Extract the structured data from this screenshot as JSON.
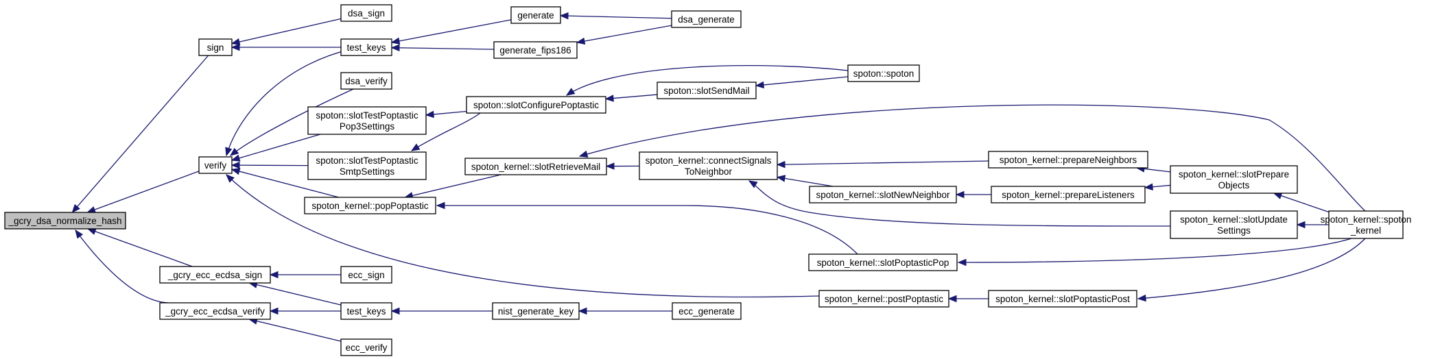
{
  "graph": {
    "nodes": [
      {
        "id": "normalize_hash",
        "lines": [
          "_gcry_dsa_normalize_hash"
        ],
        "highlight": true
      },
      {
        "id": "sign",
        "lines": [
          "sign"
        ]
      },
      {
        "id": "verify",
        "lines": [
          "verify"
        ]
      },
      {
        "id": "ecdsa_sign",
        "lines": [
          "_gcry_ecc_ecdsa_sign"
        ]
      },
      {
        "id": "ecdsa_verify",
        "lines": [
          "_gcry_ecc_ecdsa_verify"
        ]
      },
      {
        "id": "dsa_sign",
        "lines": [
          "dsa_sign"
        ]
      },
      {
        "id": "test_keys_dsa",
        "lines": [
          "test_keys"
        ]
      },
      {
        "id": "dsa_verify",
        "lines": [
          "dsa_verify"
        ]
      },
      {
        "id": "slotTestPop3",
        "lines": [
          "spoton::slotTestPoptastic",
          "Pop3Settings"
        ]
      },
      {
        "id": "slotTestSmtp",
        "lines": [
          "spoton::slotTestPoptastic",
          "SmtpSettings"
        ]
      },
      {
        "id": "popPoptastic",
        "lines": [
          "spoton_kernel::popPoptastic"
        ]
      },
      {
        "id": "ecc_sign",
        "lines": [
          "ecc_sign"
        ]
      },
      {
        "id": "test_keys_ecc",
        "lines": [
          "test_keys"
        ]
      },
      {
        "id": "ecc_verify",
        "lines": [
          "ecc_verify"
        ]
      },
      {
        "id": "generate",
        "lines": [
          "generate"
        ]
      },
      {
        "id": "generate_fips186",
        "lines": [
          "generate_fips186"
        ]
      },
      {
        "id": "slotConfigurePoptastic",
        "lines": [
          "spoton::slotConfigurePoptastic"
        ]
      },
      {
        "id": "slotRetrieveMail",
        "lines": [
          "spoton_kernel::slotRetrieveMail"
        ]
      },
      {
        "id": "nist_generate_key",
        "lines": [
          "nist_generate_key"
        ]
      },
      {
        "id": "dsa_generate",
        "lines": [
          "dsa_generate"
        ]
      },
      {
        "id": "slotSendMail",
        "lines": [
          "spoton::slotSendMail"
        ]
      },
      {
        "id": "connectSignals",
        "lines": [
          "spoton_kernel::connectSignals",
          "ToNeighbor"
        ]
      },
      {
        "id": "ecc_generate",
        "lines": [
          "ecc_generate"
        ]
      },
      {
        "id": "spoton_spoton",
        "lines": [
          "spoton::spoton"
        ]
      },
      {
        "id": "slotNewNeighbor",
        "lines": [
          "spoton_kernel::slotNewNeighbor"
        ]
      },
      {
        "id": "slotPoptasticPop",
        "lines": [
          "spoton_kernel::slotPoptasticPop"
        ]
      },
      {
        "id": "postPoptastic",
        "lines": [
          "spoton_kernel::postPoptastic"
        ]
      },
      {
        "id": "prepareNeighbors",
        "lines": [
          "spoton_kernel::prepareNeighbors"
        ]
      },
      {
        "id": "prepareListeners",
        "lines": [
          "spoton_kernel::prepareListeners"
        ]
      },
      {
        "id": "slotUpdateSettings",
        "lines": [
          "spoton_kernel::slotUpdate",
          "Settings"
        ]
      },
      {
        "id": "slotPoptasticPost",
        "lines": [
          "spoton_kernel::slotPoptasticPost"
        ]
      },
      {
        "id": "slotPrepareObjects",
        "lines": [
          "spoton_kernel::slotPrepare",
          "Objects"
        ]
      },
      {
        "id": "spoton_kernel",
        "lines": [
          "spoton_kernel::spoton",
          "_kernel"
        ]
      }
    ],
    "edges": [
      {
        "from": "sign",
        "to": "normalize_hash"
      },
      {
        "from": "verify",
        "to": "normalize_hash"
      },
      {
        "from": "ecdsa_sign",
        "to": "normalize_hash"
      },
      {
        "from": "ecdsa_verify",
        "to": "normalize_hash"
      },
      {
        "from": "dsa_sign",
        "to": "sign"
      },
      {
        "from": "test_keys_dsa",
        "to": "sign"
      },
      {
        "from": "test_keys_dsa",
        "to": "verify"
      },
      {
        "from": "dsa_verify",
        "to": "verify"
      },
      {
        "from": "slotTestPop3",
        "to": "verify"
      },
      {
        "from": "slotTestSmtp",
        "to": "verify"
      },
      {
        "from": "popPoptastic",
        "to": "verify"
      },
      {
        "from": "postPoptastic",
        "to": "verify"
      },
      {
        "from": "ecc_sign",
        "to": "ecdsa_sign"
      },
      {
        "from": "test_keys_ecc",
        "to": "ecdsa_sign"
      },
      {
        "from": "test_keys_ecc",
        "to": "ecdsa_verify"
      },
      {
        "from": "ecc_verify",
        "to": "ecdsa_verify"
      },
      {
        "from": "generate",
        "to": "test_keys_dsa"
      },
      {
        "from": "generate_fips186",
        "to": "test_keys_dsa"
      },
      {
        "from": "dsa_generate",
        "to": "generate"
      },
      {
        "from": "dsa_generate",
        "to": "generate_fips186"
      },
      {
        "from": "slotConfigurePoptastic",
        "to": "slotTestPop3"
      },
      {
        "from": "slotConfigurePoptastic",
        "to": "slotTestSmtp"
      },
      {
        "from": "slotSendMail",
        "to": "slotConfigurePoptastic"
      },
      {
        "from": "spoton_spoton",
        "to": "slotConfigurePoptastic"
      },
      {
        "from": "spoton_spoton",
        "to": "slotSendMail"
      },
      {
        "from": "slotRetrieveMail",
        "to": "popPoptastic"
      },
      {
        "from": "slotPoptasticPop",
        "to": "popPoptastic"
      },
      {
        "from": "connectSignals",
        "to": "slotRetrieveMail"
      },
      {
        "from": "spoton_kernel",
        "to": "slotRetrieveMail"
      },
      {
        "from": "prepareNeighbors",
        "to": "connectSignals"
      },
      {
        "from": "slotNewNeighbor",
        "to": "connectSignals"
      },
      {
        "from": "slotUpdateSettings",
        "to": "connectSignals"
      },
      {
        "from": "prepareListeners",
        "to": "slotNewNeighbor"
      },
      {
        "from": "slotPrepareObjects",
        "to": "prepareNeighbors"
      },
      {
        "from": "slotPrepareObjects",
        "to": "prepareListeners"
      },
      {
        "from": "spoton_kernel",
        "to": "slotPrepareObjects"
      },
      {
        "from": "spoton_kernel",
        "to": "slotUpdateSettings"
      },
      {
        "from": "spoton_kernel",
        "to": "slotPoptasticPop"
      },
      {
        "from": "spoton_kernel",
        "to": "slotPoptasticPost"
      },
      {
        "from": "slotPoptasticPost",
        "to": "postPoptastic"
      },
      {
        "from": "nist_generate_key",
        "to": "test_keys_ecc"
      },
      {
        "from": "ecc_generate",
        "to": "nist_generate_key"
      }
    ]
  }
}
